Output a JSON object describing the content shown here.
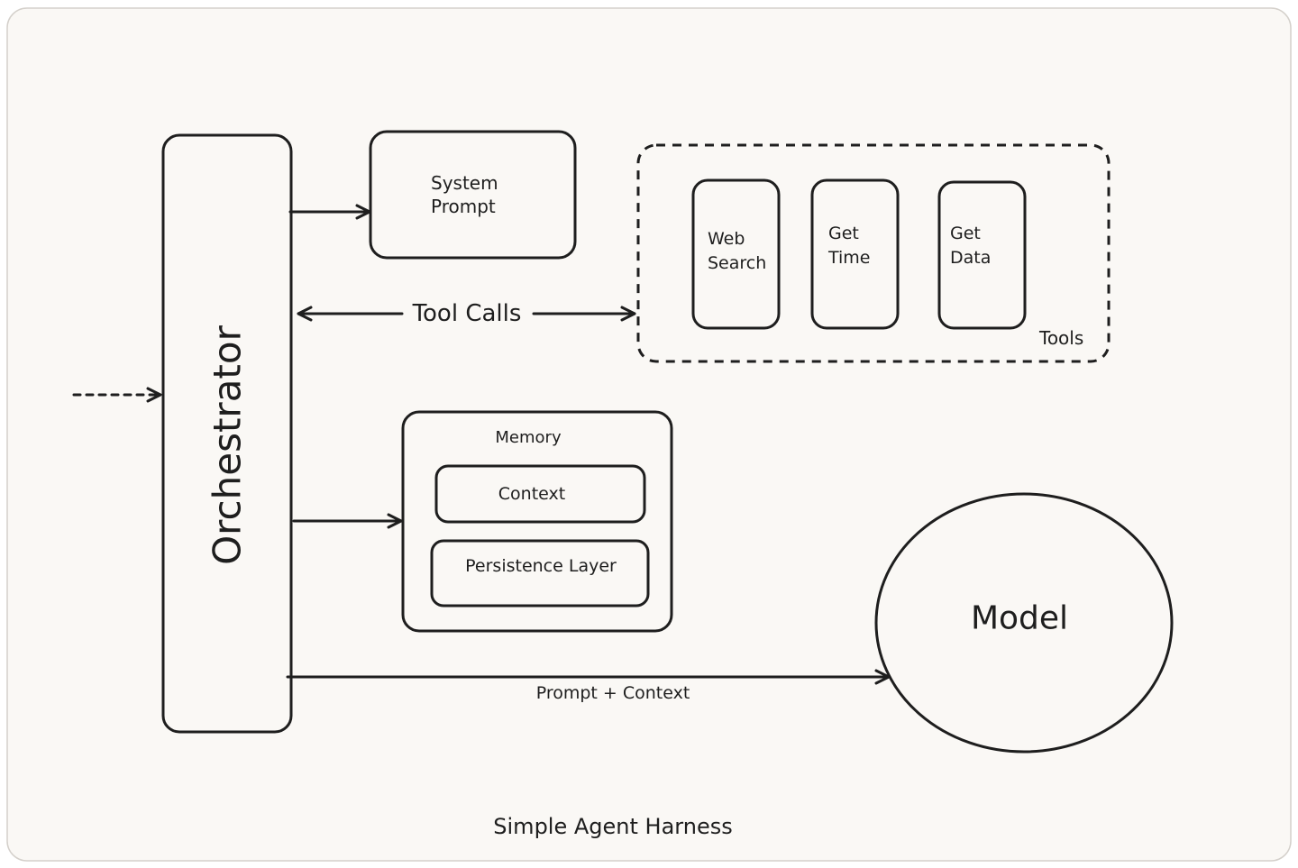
{
  "diagram": {
    "title": "Simple Agent Harness",
    "orchestrator": "Orchestrator",
    "system_prompt": [
      "System",
      "Prompt"
    ],
    "tools": {
      "label": "Tools",
      "items": [
        [
          "Web",
          "Search"
        ],
        [
          "Get",
          "Time"
        ],
        [
          "Get",
          "Data"
        ]
      ]
    },
    "memory": {
      "label": "Memory",
      "context": "Context",
      "persistence": "Persistence Layer"
    },
    "model": "Model",
    "edges": {
      "tool_calls": "Tool Calls",
      "prompt_context": "Prompt + Context"
    }
  },
  "colors": {
    "background": "#faf8f5",
    "stroke": "#1e1e1e",
    "frame": "#d4d0cb"
  }
}
